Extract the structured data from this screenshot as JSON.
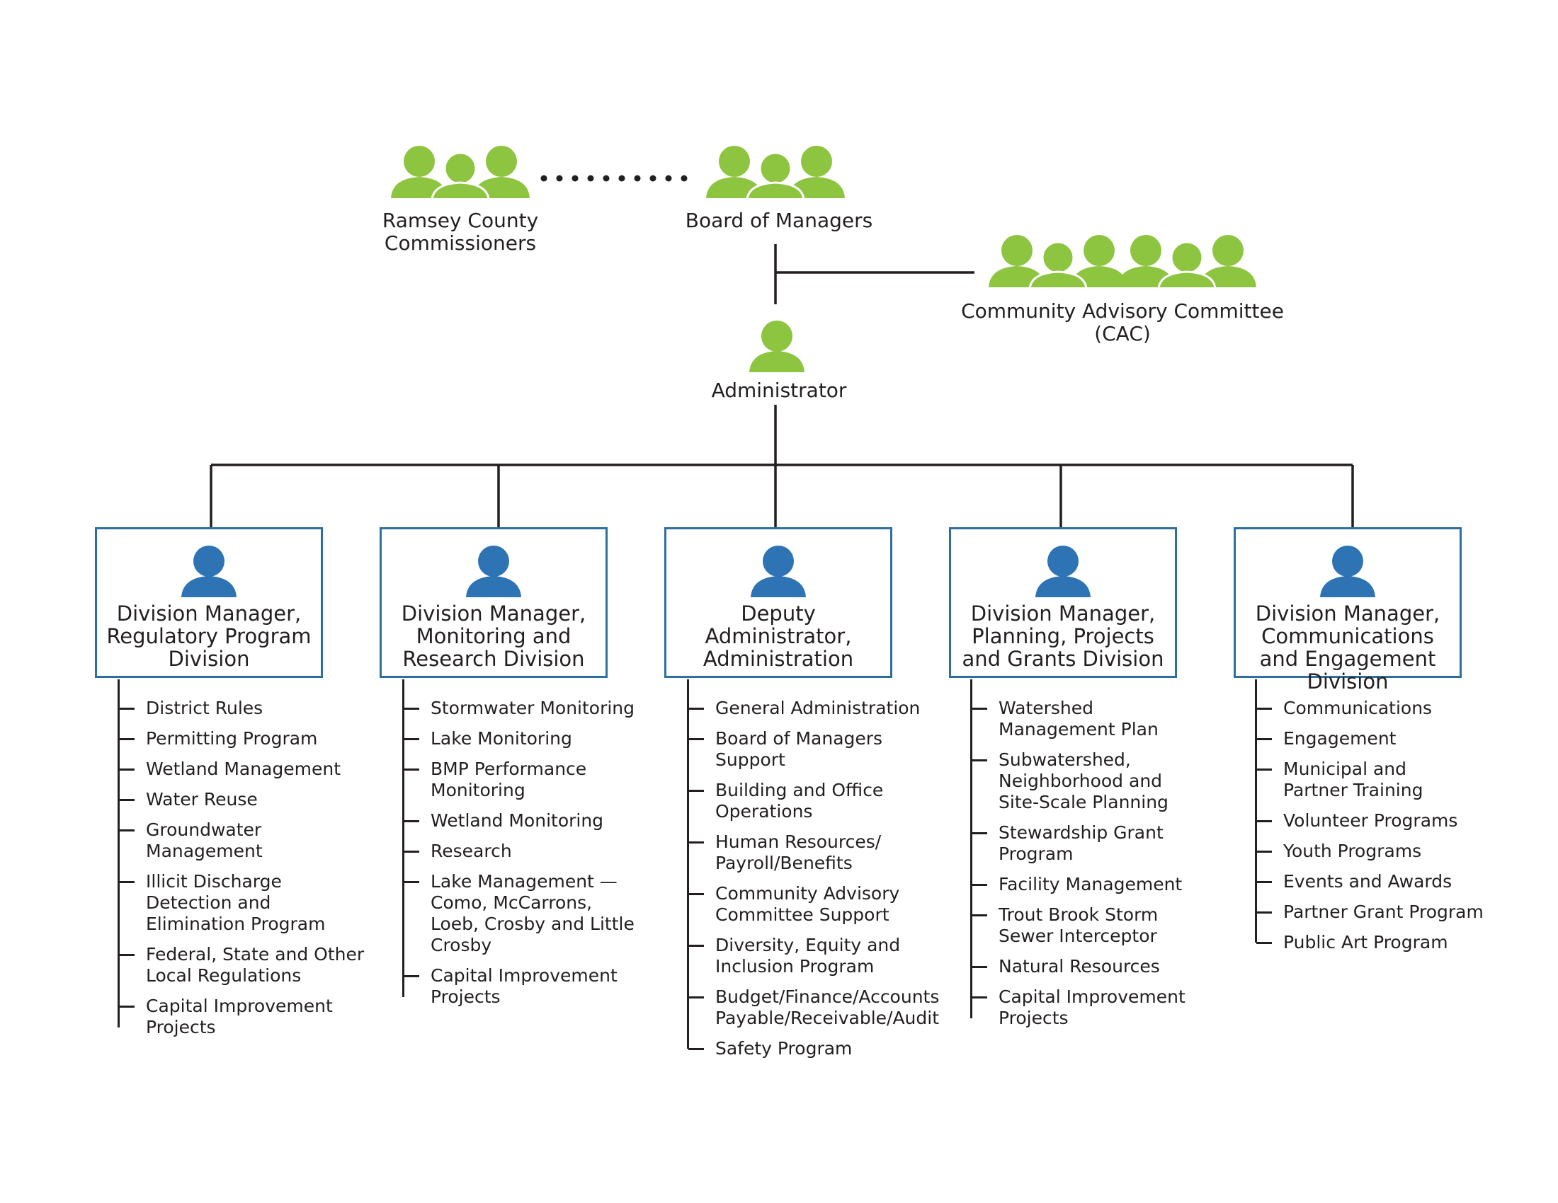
{
  "colors": {
    "green": "#8dc540",
    "blue": "#2e74b5",
    "line": "#231f20",
    "box_border": "#2e6f9e"
  },
  "governance": {
    "county": {
      "label": "Ramsey County Commissioners",
      "icon": "people-group-icon"
    },
    "board": {
      "label": "Board of Managers",
      "icon": "people-group-icon"
    },
    "cac": {
      "label": "Community Advisory Committee (CAC)",
      "icon": "people-group-icon"
    },
    "administrator": {
      "label": "Administrator",
      "icon": "person-icon"
    }
  },
  "divisions": [
    {
      "title": "Division Manager, Regulatory Program Division",
      "items": [
        "District Rules",
        "Permitting Program",
        "Wetland Management",
        "Water Reuse",
        "Groundwater Management",
        "Illicit Discharge Detection and Elimination Program",
        "Federal, State and Other Local Regulations",
        "Capital Improvement Projects"
      ]
    },
    {
      "title": "Division Manager, Monitoring and Research Division",
      "items": [
        "Stormwater Monitoring",
        "Lake Monitoring",
        "BMP Performance Monitoring",
        "Wetland Monitoring",
        "Research",
        "Lake Management — Como, McCarrons, Loeb, Crosby and Little Crosby",
        "Capital Improvement Projects"
      ]
    },
    {
      "title": "Deputy Administrator, Administration",
      "items": [
        "General Administration",
        "Board of Managers Support",
        "Building and Office Operations",
        "Human Resources/ Payroll/Benefits",
        "Community Advisory Committee Support",
        "Diversity, Equity and Inclusion Program",
        "Budget/Finance/Accounts Payable/Receivable/Audit",
        "Safety Program"
      ]
    },
    {
      "title": "Division Manager, Planning, Projects and Grants Division",
      "items": [
        "Watershed Management Plan",
        "Subwatershed, Neighborhood and Site-Scale Planning",
        "Stewardship Grant Program",
        "Facility Management",
        "Trout Brook Storm Sewer Interceptor",
        "Natural Resources",
        "Capital Improvement Projects"
      ]
    },
    {
      "title": "Division Manager, Communications and Engagement Division",
      "items": [
        "Communications",
        "Engagement",
        "Municipal and Partner Training",
        "Volunteer Programs",
        "Youth Programs",
        "Events and Awards",
        "Partner Grant Program",
        "Public Art Program"
      ]
    }
  ]
}
